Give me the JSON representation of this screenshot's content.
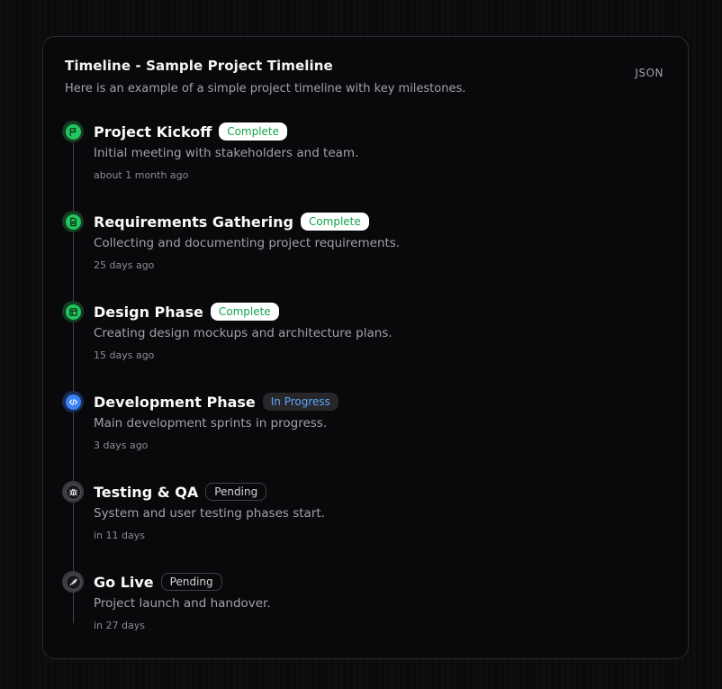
{
  "card": {
    "title": "Timeline - Sample Project Timeline",
    "subtitle": "Here is an example of a simple project timeline with key milestones.",
    "json_label": "JSON"
  },
  "status_colors": {
    "complete": "#22c55e",
    "in_progress": "#3b82f6",
    "pending": "#52525b"
  },
  "milestones": [
    {
      "title": "Project Kickoff",
      "status": "Complete",
      "description": "Initial meeting with stakeholders and team.",
      "time": "about 1 month ago",
      "icon": "flag-icon"
    },
    {
      "title": "Requirements Gathering",
      "status": "Complete",
      "description": "Collecting and documenting project requirements.",
      "time": "25 days ago",
      "icon": "document-icon"
    },
    {
      "title": "Design Phase",
      "status": "Complete",
      "description": "Creating design mockups and architecture plans.",
      "time": "15 days ago",
      "icon": "layout-icon"
    },
    {
      "title": "Development Phase",
      "status": "In Progress",
      "description": "Main development sprints in progress.",
      "time": "3 days ago",
      "icon": "code-icon"
    },
    {
      "title": "Testing & QA",
      "status": "Pending",
      "description": "System and user testing phases start.",
      "time": "in 11 days",
      "icon": "bug-icon"
    },
    {
      "title": "Go Live",
      "status": "Pending",
      "description": "Project launch and handover.",
      "time": "in 27 days",
      "icon": "rocket-icon"
    }
  ]
}
